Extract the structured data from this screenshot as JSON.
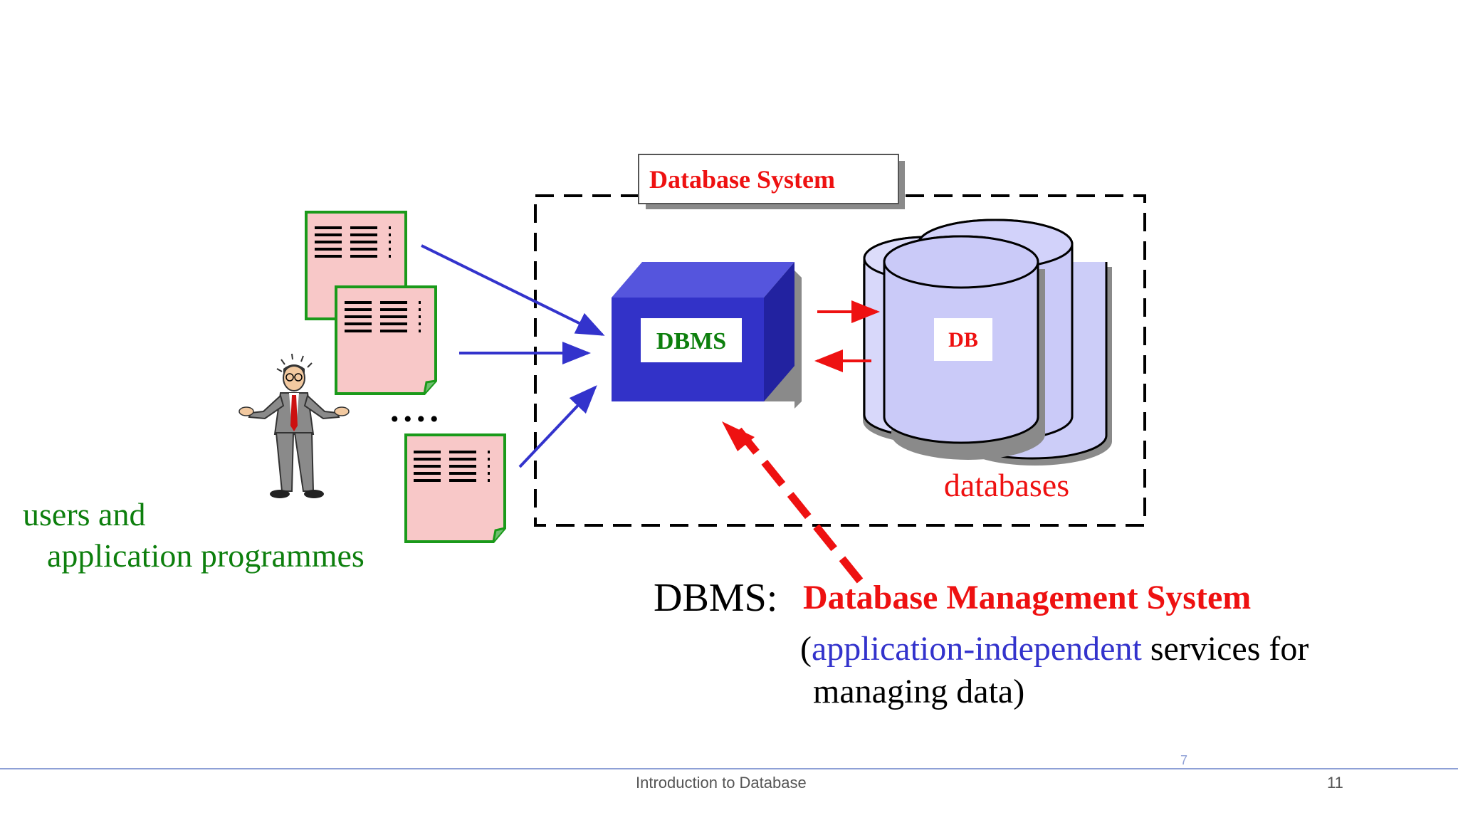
{
  "diagram": {
    "system_label": "Database System",
    "dbms_label": "DBMS",
    "db_label": "DB",
    "databases_label": "databases",
    "ellipsis": "....",
    "users_line1": "users and",
    "users_line2": "application programmes",
    "definition_term": "DBMS:",
    "definition_name": "Database Management System",
    "description_open": "(",
    "description_highlight": "application-independent",
    "description_rest": " services for",
    "description_line2": "managing data)"
  },
  "footer": {
    "title": "Introduction to Database",
    "page_number": "11",
    "small_number": "7"
  },
  "colors": {
    "red": "#ee1111",
    "blue": "#3333cc",
    "green": "#0d7f0d",
    "dbms_box": "#3232c8",
    "db_cylinder": "#cacaf8",
    "doc_fill": "#f8c8c8",
    "doc_border": "#1a9a1a"
  }
}
